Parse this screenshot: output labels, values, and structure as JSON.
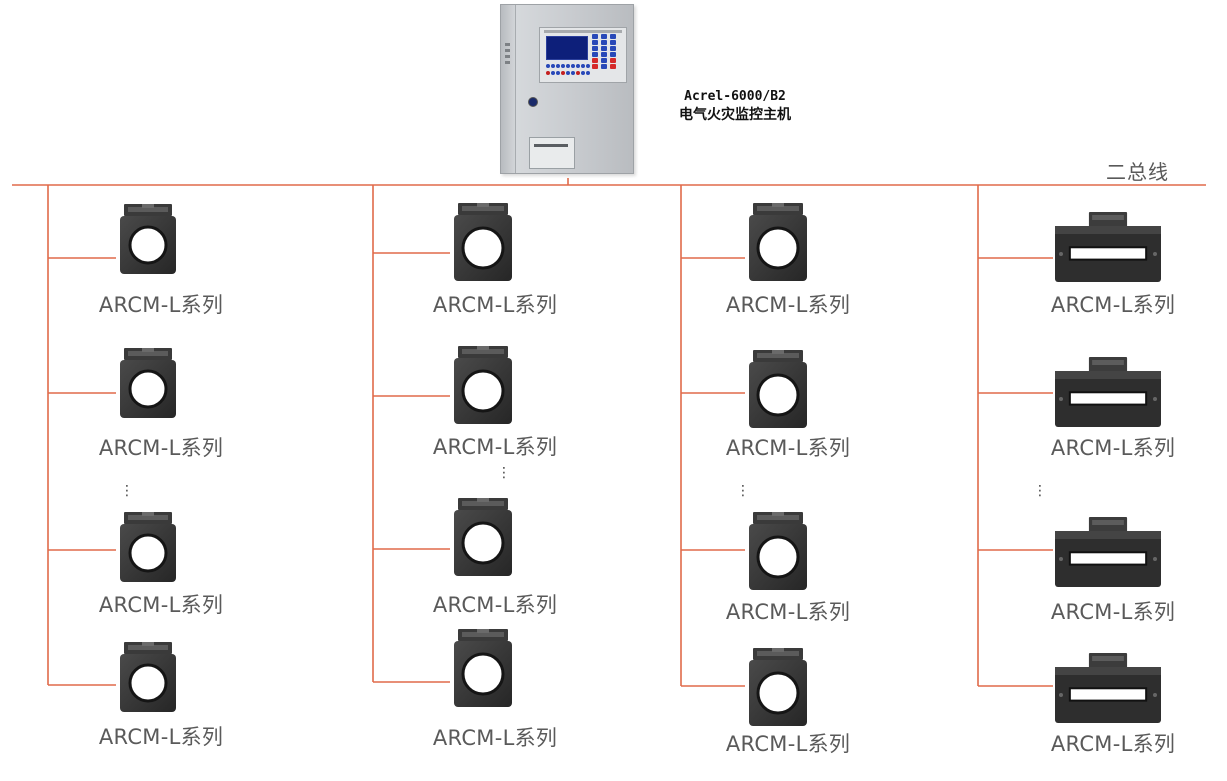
{
  "host": {
    "model": "Acrel-6000/B2",
    "name": "电气火灾监控主机"
  },
  "bus": {
    "label": "二总线",
    "line_color": "#E06A4A"
  },
  "columns": [
    {
      "sensor_type": "ring-transformer",
      "devices": [
        {
          "label": "ARCM-L系列"
        },
        {
          "label": "ARCM-L系列"
        },
        {
          "label": "ARCM-L系列"
        },
        {
          "label": "ARCM-L系列"
        }
      ],
      "ellipsis": "⋮"
    },
    {
      "sensor_type": "ring-transformer-large",
      "devices": [
        {
          "label": "ARCM-L系列"
        },
        {
          "label": "ARCM-L系列"
        },
        {
          "label": "ARCM-L系列"
        },
        {
          "label": "ARCM-L系列"
        }
      ],
      "ellipsis": "⋮"
    },
    {
      "sensor_type": "ring-transformer-large",
      "devices": [
        {
          "label": "ARCM-L系列"
        },
        {
          "label": "ARCM-L系列"
        },
        {
          "label": "ARCM-L系列"
        },
        {
          "label": "ARCM-L系列"
        }
      ],
      "ellipsis": "⋮"
    },
    {
      "sensor_type": "rectangular-transformer",
      "devices": [
        {
          "label": "ARCM-L系列"
        },
        {
          "label": "ARCM-L系列"
        },
        {
          "label": "ARCM-L系列"
        },
        {
          "label": "ARCM-L系列"
        }
      ],
      "ellipsis": "⋮"
    }
  ]
}
